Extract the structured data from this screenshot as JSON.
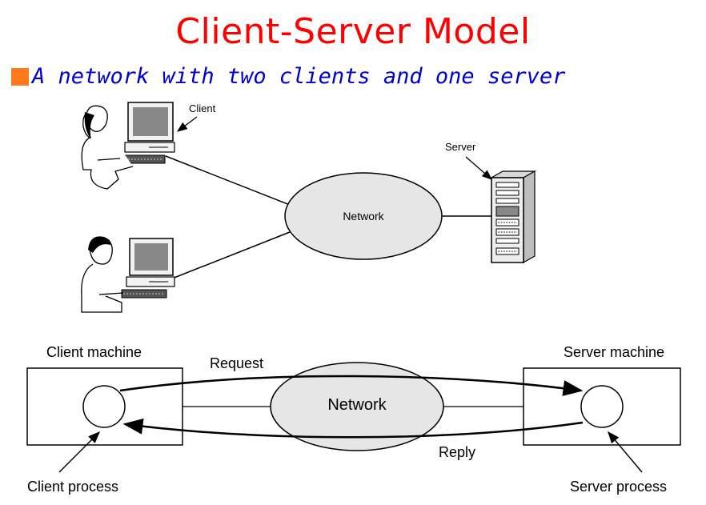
{
  "title": "Client-Server  Model",
  "bullet": "A network with two clients and one server",
  "top_diagram": {
    "client_label": "Client",
    "server_label": "Server",
    "network_label": "Network"
  },
  "bottom_diagram": {
    "client_machine_label": "Client machine",
    "server_machine_label": "Server machine",
    "network_label": "Network",
    "request_label": "Request",
    "reply_label": "Reply",
    "client_process_label": "Client process",
    "server_process_label": "Server process"
  },
  "colors": {
    "title": "#ff0000",
    "bullet_square": "#ff7a1a",
    "bullet_text": "#0000cc",
    "network_fill": "#e6e6e6"
  }
}
